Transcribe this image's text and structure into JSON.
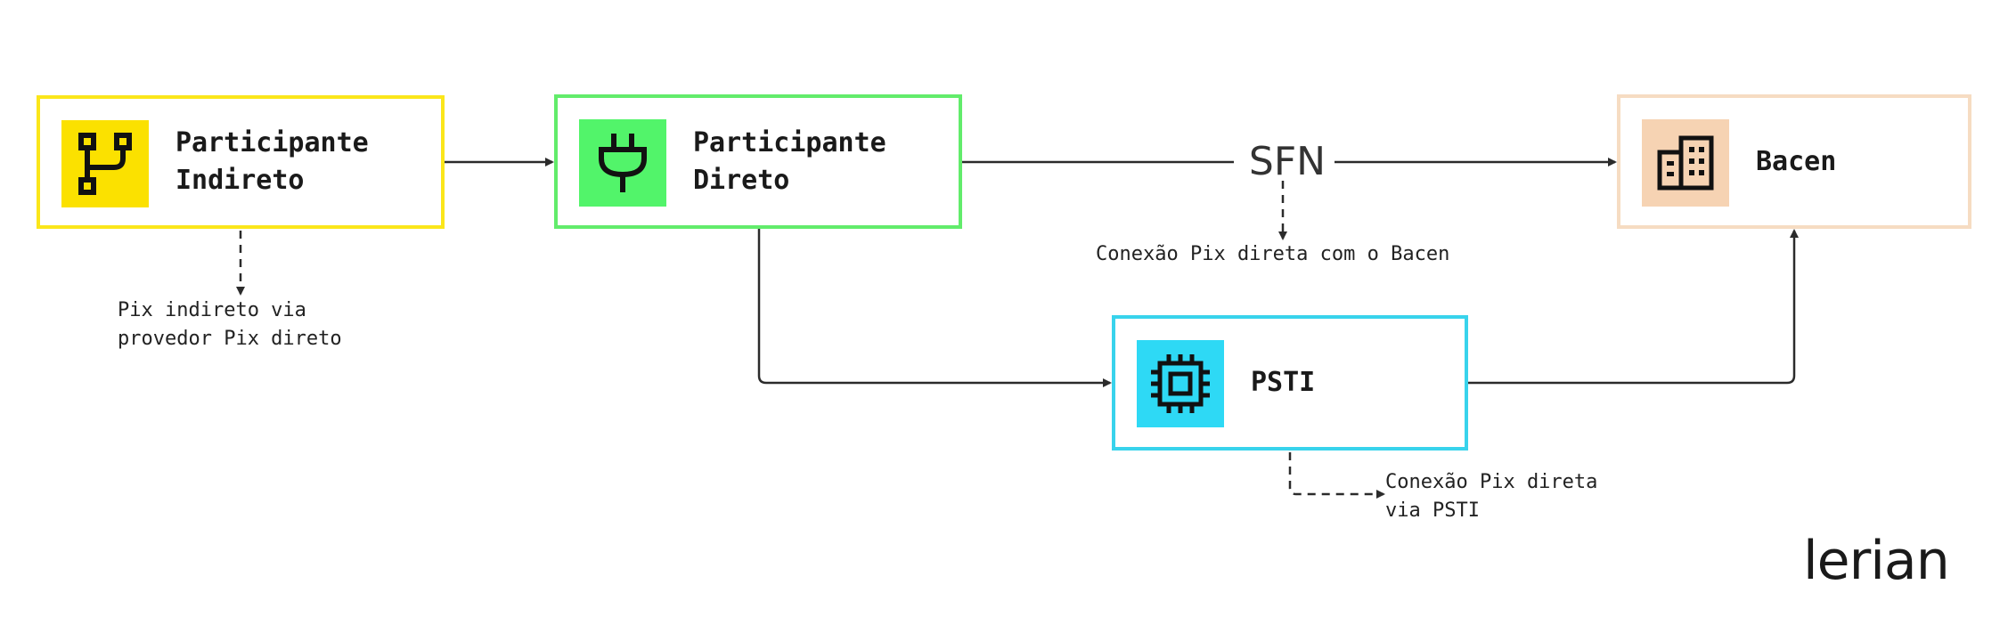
{
  "nodes": {
    "indireto": {
      "label": "Participante\nIndireto",
      "icon": "git-branch-icon",
      "color": "#fbe100",
      "border": "#fbe61a"
    },
    "direto": {
      "label": "Participante\nDireto",
      "icon": "plug-icon",
      "color": "#52f46a",
      "border": "#62ec6b"
    },
    "bacen": {
      "label": "Bacen",
      "icon": "building-icon",
      "color": "#f6d3b3",
      "border": "#f6dcc2"
    },
    "psti": {
      "label": "PSTI",
      "icon": "chip-icon",
      "color": "#2ed9f5",
      "border": "#38d3ec"
    }
  },
  "connectors": {
    "sfn_label": "SFN"
  },
  "notes": {
    "indireto": "Pix indireto via\nprovedor Pix direto",
    "sfn": "Conexão Pix direta com o Bacen",
    "psti": "Conexão Pix direta\nvia PSTI"
  },
  "brand": {
    "logo_text": "lerian"
  }
}
